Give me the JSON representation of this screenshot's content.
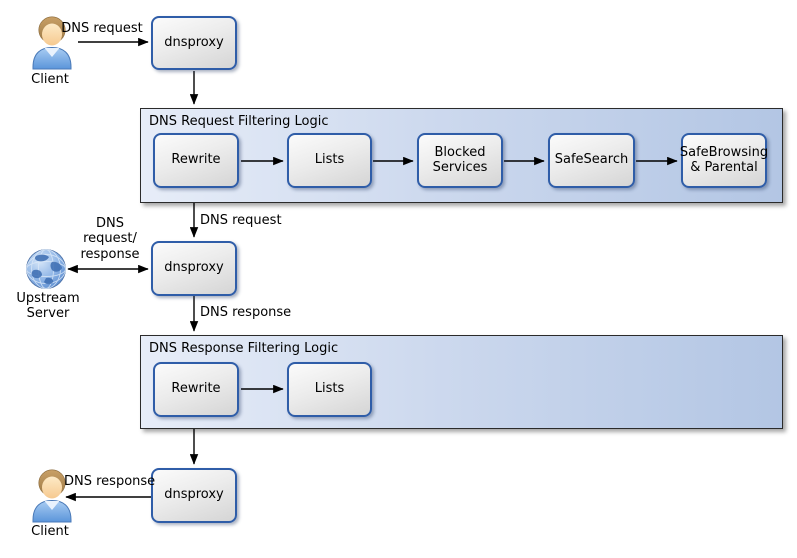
{
  "actors": {
    "client_top": {
      "label": "Client",
      "icon": "person-icon"
    },
    "upstream": {
      "label": "Upstream Server",
      "icon": "globe-icon"
    },
    "client_bottom": {
      "label": "Client",
      "icon": "person-icon"
    }
  },
  "nodes": {
    "dnsproxy_top": {
      "label": "dnsproxy"
    },
    "dnsproxy_mid": {
      "label": "dnsproxy"
    },
    "dnsproxy_bottom": {
      "label": "dnsproxy"
    }
  },
  "groups": [
    {
      "title": "DNS Request Filtering Logic",
      "boxes": [
        {
          "label": "Rewrite"
        },
        {
          "label": "Lists"
        },
        {
          "label": "Blocked Services"
        },
        {
          "label": "SafeSearch"
        },
        {
          "label": "SafeBrowsing & Parental"
        }
      ]
    },
    {
      "title": "DNS Response Filtering Logic",
      "boxes": [
        {
          "label": "Rewrite"
        },
        {
          "label": "Lists"
        }
      ]
    }
  ],
  "edge_labels": {
    "client_request": "DNS request",
    "request_to_proxy": "DNS request",
    "upstream_exchange": "DNS request/ response",
    "response_to_filter": "DNS response",
    "response_to_client": "DNS response"
  },
  "colors": {
    "node_border": "#2f5da8",
    "node_fill_start": "#fbfbfb",
    "node_fill_end": "#d5d5d5",
    "group_fill_start": "#e7edf8",
    "group_fill_end": "#b3c6e4",
    "group_border": "#2b2b2b",
    "arrow": "#000000",
    "person_shirt": "#7fb0e8",
    "person_hair": "#b18c5a",
    "globe_blue": "#6f9fdc"
  }
}
